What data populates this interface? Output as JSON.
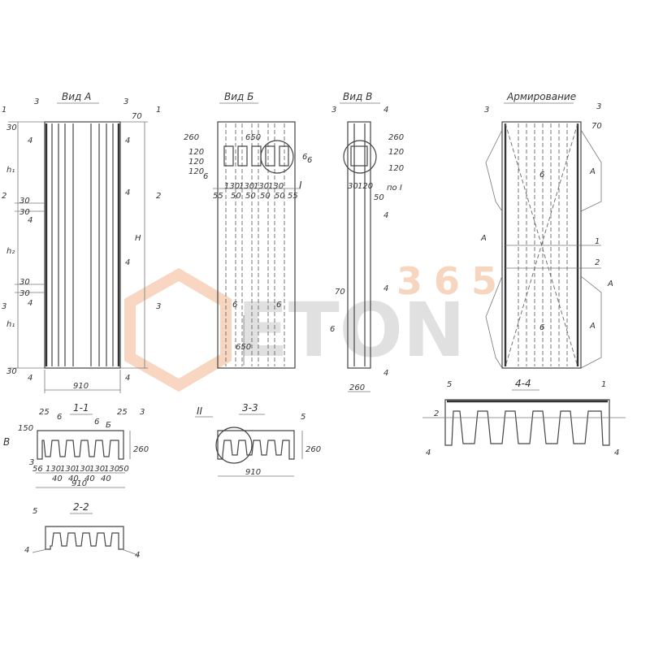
{
  "views": {
    "vid_a": {
      "title": "Вид  А",
      "width_dim": "910",
      "dims_left": [
        "30",
        "h₁",
        "30",
        "30",
        "h₂",
        "30",
        "30",
        "h₁",
        "30"
      ],
      "dim_h": "H",
      "dim_top_right": "70"
    },
    "vid_b": {
      "title": "Вид  Б",
      "dims_top": [
        "260",
        "650",
        "120",
        "120",
        "120"
      ],
      "dims_bottom": [
        "55",
        "130",
        "50",
        "130",
        "50",
        "130",
        "50",
        "130",
        "50",
        "55"
      ],
      "dim_650": "650",
      "mark": "I"
    },
    "vid_v": {
      "title": "Вид  В",
      "width_dim": "260",
      "dims": [
        "260",
        "120",
        "120",
        "30",
        "120",
        "50",
        "70"
      ],
      "label_po": "по I"
    },
    "armirovanie": {
      "title": "Армирование",
      "dim_70": "70"
    },
    "section_11": {
      "title": "1-1",
      "dim_height": "260",
      "dim_150": "150",
      "dim_25": "25",
      "dims_bottom": [
        "56",
        "130",
        "130",
        "130",
        "130",
        "130",
        "50"
      ],
      "dims_40": [
        "40",
        "40",
        "40",
        "40"
      ],
      "width_dim": "910",
      "label_b": "В",
      "label_bb": "Б"
    },
    "section_22": {
      "title": "2-2"
    },
    "section_33": {
      "title": "3-3",
      "mark": "II",
      "dim_height": "260",
      "width_dim": "910"
    },
    "section_44": {
      "title": "4-4"
    }
  },
  "callouts": {
    "n1": "1",
    "n2": "2",
    "n3": "3",
    "n4": "4",
    "n5": "5",
    "n6": "6",
    "nA": "А"
  },
  "section_marks": {
    "m1": "1",
    "m2": "2",
    "m3": "3"
  },
  "watermark": {
    "digits": "365",
    "text": "ETON",
    "color_gray": "#c8c8c8",
    "color_orange": "#f2b58e"
  }
}
